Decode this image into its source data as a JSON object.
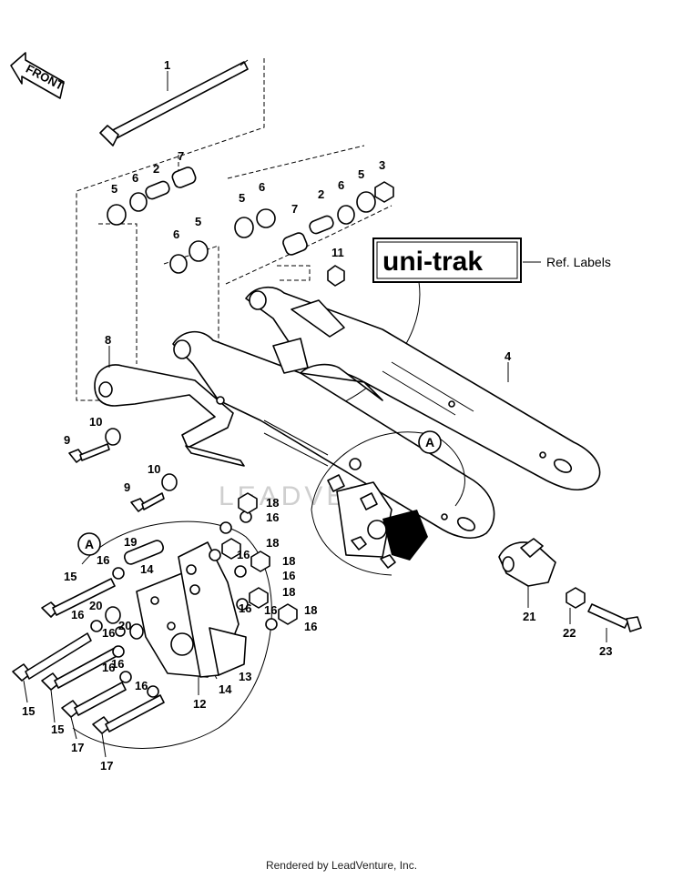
{
  "front_label": "FRONT",
  "brand_label": "uni-trak",
  "ref_labels_text": "Ref. Labels",
  "detail_marker": "A",
  "watermark": "LEADVENTURE",
  "footer": "Rendered by LeadVenture, Inc.",
  "callouts": {
    "c1": "1",
    "c2a": "2",
    "c2b": "2",
    "c3": "3",
    "c4": "4",
    "c5a": "5",
    "c5b": "5",
    "c5c": "5",
    "c5d": "5",
    "c6a": "6",
    "c6b": "6",
    "c6c": "6",
    "c6d": "6",
    "c7a": "7",
    "c7b": "7",
    "c8": "8",
    "c9a": "9",
    "c9b": "9",
    "c10a": "10",
    "c10b": "10",
    "c11": "11",
    "c12": "12",
    "c13": "13",
    "c14a": "14",
    "c14b": "14",
    "c15a": "15",
    "c15b": "15",
    "c15c": "15",
    "c16a": "16",
    "c16b": "16",
    "c16c": "16",
    "c16d": "16",
    "c16e": "16",
    "c16f": "16",
    "c16g": "16",
    "c16h": "16",
    "c16i": "16",
    "c16j": "16",
    "c16k": "16",
    "c16l": "16",
    "c17a": "17",
    "c17b": "17",
    "c18a": "18",
    "c18b": "18",
    "c18c": "18",
    "c18d": "18",
    "c18e": "18",
    "c19": "19",
    "c20a": "20",
    "c20b": "20",
    "c21": "21",
    "c22": "22",
    "c23": "23"
  }
}
